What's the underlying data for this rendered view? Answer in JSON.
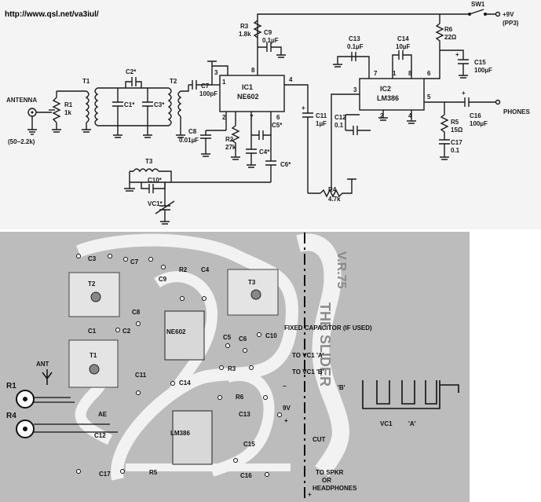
{
  "url": "http://www.qsl.net/va3iul/",
  "schematic": {
    "antenna": "ANTENNA",
    "antenna_range": "(50−2.2k)",
    "r1": "R1",
    "r1_val": "1k",
    "t1": "T1",
    "t2": "T2",
    "t3": "T3",
    "c1": "C1*",
    "c2": "C2*",
    "c3": "C3*",
    "c7": "C7",
    "c7_val": "100pF",
    "c8": "C8",
    "c8_val": "0.01µF",
    "r2": "R2",
    "r2_val": "27k",
    "c4": "C4*",
    "c5": "C5*",
    "c6": "C6*",
    "c10": "C10*",
    "vc1": "VC1*",
    "ic1": "IC1",
    "ic1_part": "NE602",
    "r3": "R3",
    "r3_val": "1.8k",
    "c9": "C9",
    "c9_val": "0.1µF",
    "c11": "C11",
    "c11_val": "1µF",
    "r4": "R4",
    "r4_val": "4.7k",
    "c12": "C12",
    "c12_val": "0.1",
    "c13": "C13",
    "c13_val": "0.1µF",
    "c14": "C14",
    "c14_val": "10µF",
    "ic2": "IC2",
    "ic2_part": "LM386",
    "sw1": "SW1",
    "supply": "+9V",
    "battery": "(PP3)",
    "r6": "R6",
    "r6_val": "22Ω",
    "c15": "C15",
    "c15_val": "100µF",
    "c16": "C16",
    "c16_val": "100µF",
    "r5": "R5",
    "r5_val": "15Ω",
    "c17": "C17",
    "c17_val": "0.1",
    "phones": "PHONES"
  },
  "pcb": {
    "c3": "C3",
    "c7": "C7",
    "t2": "T2",
    "c9": "C9",
    "r2": "R2",
    "c4": "C4",
    "t3": "T3",
    "c8": "C8",
    "c1": "C1",
    "c2": "C2",
    "ne602": "NE602",
    "c5": "C5",
    "c6": "C6",
    "c10": "C10",
    "fixed_cap": "FIXED CAPACITOR (IF USED)",
    "t1": "T1",
    "ant": "ANT",
    "r1": "R1",
    "r4": "R4",
    "c11": "C11",
    "c14": "C14",
    "ae": "AE",
    "c12": "C12",
    "lm386": "LM386",
    "r3": "R3",
    "to_vc1_a": "TO VC1 'A'",
    "to_vc1_b": "TO VC1 'B'",
    "r6": "R6",
    "c13": "C13",
    "nine_v": "9V",
    "c15": "C15",
    "cut": "CUT",
    "c17": "C17",
    "r5": "R5",
    "c16": "C16",
    "to_spkr": "TO SPKR",
    "or": "OR",
    "headphones": "HEADPHONES",
    "mirror_text": "THE SLIDER",
    "mirror_text2": "V.R.75",
    "b_label": "'B'",
    "vc1": "VC1",
    "a_label": "'A'",
    "plus": "+",
    "minus": "−"
  }
}
